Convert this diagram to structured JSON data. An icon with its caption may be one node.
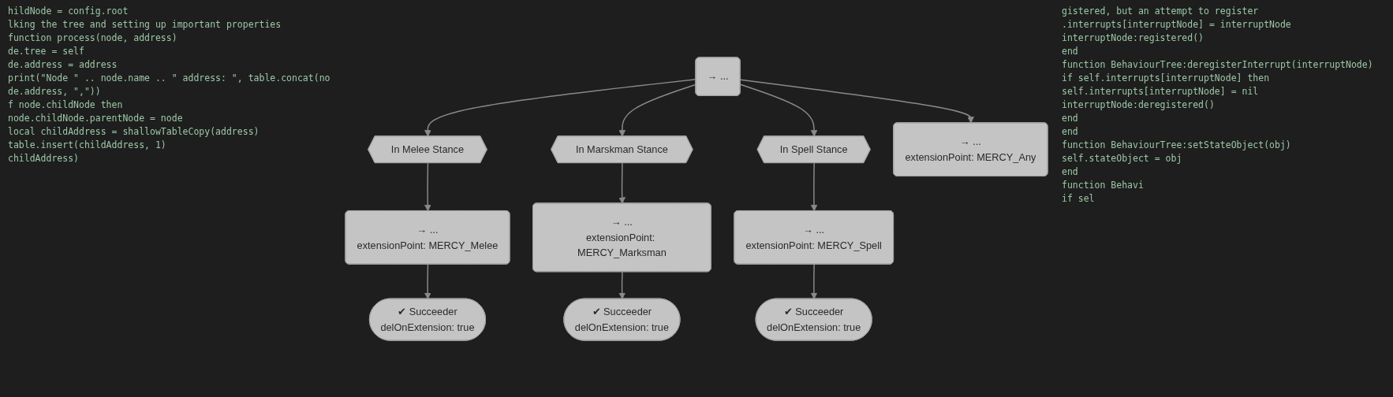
{
  "diagram": {
    "nodes": [
      {
        "text": [
          "→ ..."
        ]
      },
      {
        "text": [
          "In Melee Stance"
        ]
      },
      {
        "text": [
          "→ ...",
          "extensionPoint: MERCY_Melee"
        ]
      },
      {
        "text": [
          "✔ Succeeder",
          "delOnExtension: true"
        ]
      },
      {
        "text": [
          "In Marskman Stance"
        ]
      },
      {
        "text": [
          "→ ...",
          "extensionPoint: MERCY_Marksman"
        ]
      },
      {
        "text": [
          "✔ Succeeder",
          "delOnExtension: true"
        ]
      },
      {
        "text": [
          "In Spell Stance"
        ]
      },
      {
        "text": [
          "→ ...",
          "extensionPoint: MERCY_Spell"
        ]
      },
      {
        "text": [
          "✔ Succeeder",
          "delOnExtension: true"
        ]
      },
      {
        "text": [
          "→ ...",
          "extensionPoint: MERCY_Any"
        ]
      }
    ],
    "edges": [
      {
        "from": 0,
        "to": 1,
        "arrow": "to"
      },
      {
        "from": 0,
        "to": 4,
        "arrow": "to"
      },
      {
        "from": 0,
        "to": 7,
        "arrow": "to"
      },
      {
        "from": 0,
        "to": 10,
        "arrow": "to"
      },
      {
        "from": 1,
        "to": 2,
        "arrow": "to"
      },
      {
        "from": 2,
        "to": 3,
        "arrow": "to"
      },
      {
        "from": 4,
        "to": 5,
        "arrow": "to"
      },
      {
        "from": 5,
        "to": 6,
        "arrow": "to"
      },
      {
        "from": 7,
        "to": 8,
        "arrow": "to"
      },
      {
        "from": 8,
        "to": 9,
        "arrow": "to"
      }
    ],
    "labels": [
      "hildNode = config.root",
      "lking the tree and setting up important properties",
      "function process(node, address)",
      "de.tree = self",
      "de.address = address",
      "print(\"Node \" .. node.name .. \" address: \", table.concat(node.address, \",\"))",
      "f node.childNode then",
      "node.childNode.parentNode = node",
      "local childAddress = shallowTableCopy(address)",
      "table.insert(childAddress, 1)",
      "childAddress)",
      "gistered, but an attempt to register",
      ".interrupts[interruptNode] = interruptNode",
      "interruptNode:registered()",
      "end",
      "function BehaviourTree:deregisterInterrupt(interruptNode)",
      "if self.interrupts[interruptNode] then",
      "self.interrupts[interruptNode] = nil",
      "interruptNode:deregistered()",
      "end",
      "end",
      "function BehaviourTree:setStateObject(obj)",
      "self.stateObject = obj",
      "end",
      "function Behavi",
      "if sel"
    ]
  }
}
